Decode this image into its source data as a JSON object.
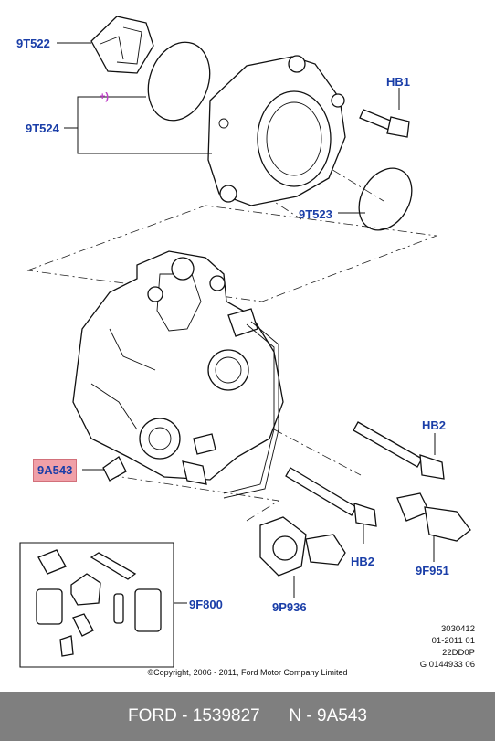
{
  "callouts": {
    "9T522": "9T522",
    "9T524": "9T524",
    "HB1": "HB1",
    "9T523": "9T523",
    "HB2_top": "HB2",
    "9A543": "9A543",
    "HB2_bottom": "HB2",
    "9F951": "9F951",
    "9F800": "9F800",
    "9P936": "9P936"
  },
  "plus_marker": "+)",
  "meta_lines": [
    "3030412",
    "01-2011 01",
    "22DD0P",
    "G 0144933 06"
  ],
  "copyright": "©Copyright, 2006 - 2011, Ford Motor Company Limited",
  "footer": {
    "brand": "FORD",
    "part_number": "1539827",
    "n_code": "N - 9A543"
  },
  "colors": {
    "callout_blue": "#1a3ea8",
    "highlight": "#f0a0a8",
    "footer_bg": "#7f7f7f",
    "plus_magenta": "#c040c8"
  }
}
